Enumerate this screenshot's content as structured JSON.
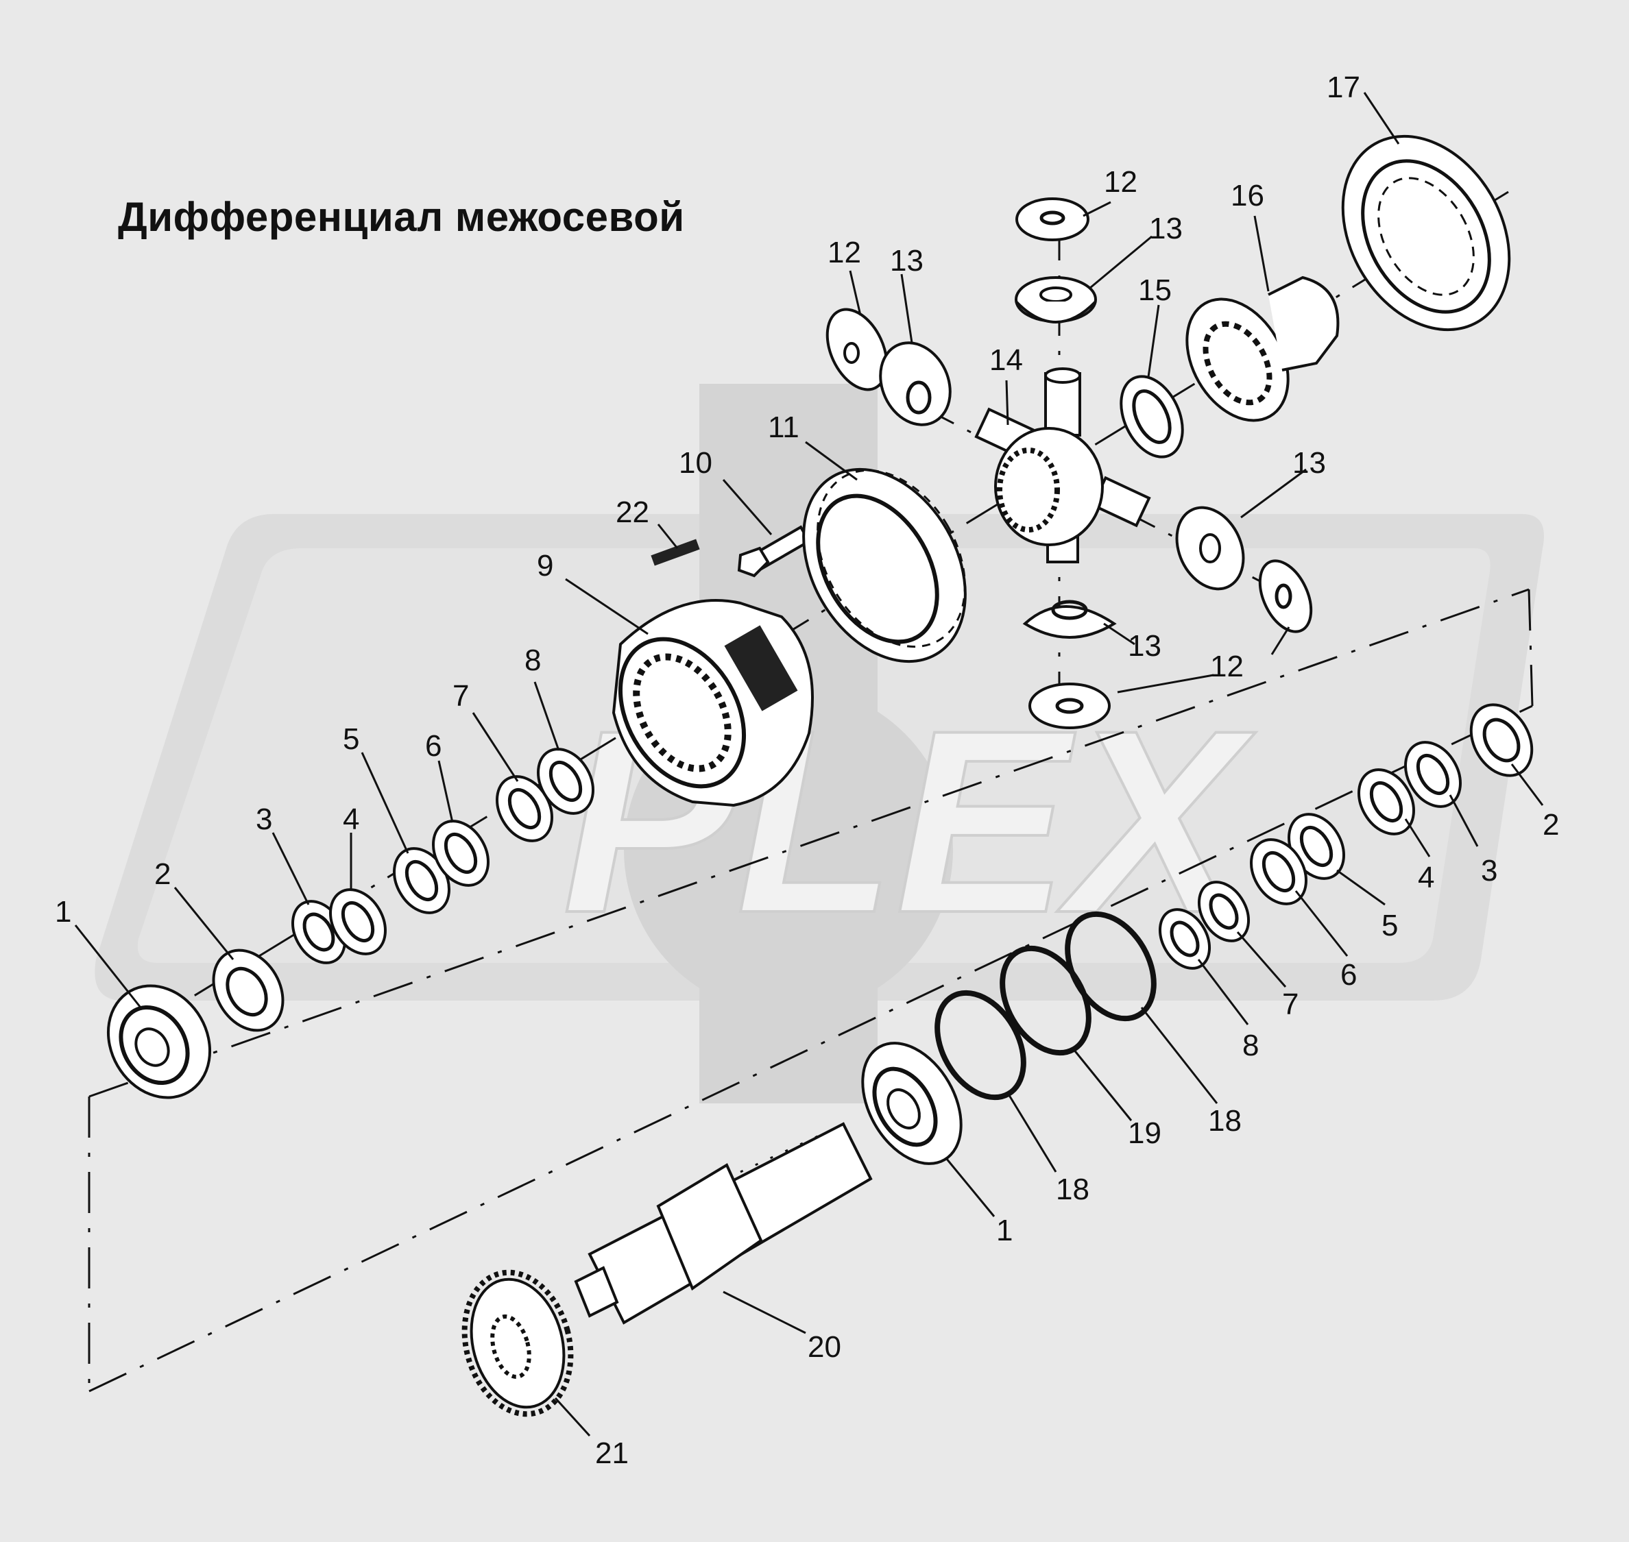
{
  "title": "Дифференциал межосевой",
  "watermark": {
    "text": "PLEX",
    "color": "#d3d3d3"
  },
  "colors": {
    "background": "#e9e9e9",
    "ink": "#111111",
    "part_fill": "#ffffff"
  },
  "callouts": [
    "1",
    "2",
    "3",
    "4",
    "5",
    "6",
    "7",
    "8",
    "9",
    "10",
    "11",
    "12",
    "13",
    "14",
    "15",
    "16",
    "17",
    "18",
    "19",
    "20",
    "21",
    "22"
  ],
  "labels": {
    "l1a": "1",
    "l2a": "2",
    "l3a": "3",
    "l4a": "4",
    "l5a": "5",
    "l6a": "6",
    "l7a": "7",
    "l8a": "8",
    "l9": "9",
    "l10": "10",
    "l11": "11",
    "l12a": "12",
    "l12b": "12",
    "l12c": "12",
    "l13a": "13",
    "l13b": "13",
    "l13c": "13",
    "l13d": "13",
    "l14": "14",
    "l15": "15",
    "l16": "16",
    "l17": "17",
    "l22": "22",
    "l2b": "2",
    "l3b": "3",
    "l4b": "4",
    "l5b": "5",
    "l6b": "6",
    "l7b": "7",
    "l8b": "8",
    "l18a": "18",
    "l18b": "18",
    "l19": "19",
    "l1b": "1",
    "l20": "20",
    "l21": "21"
  }
}
